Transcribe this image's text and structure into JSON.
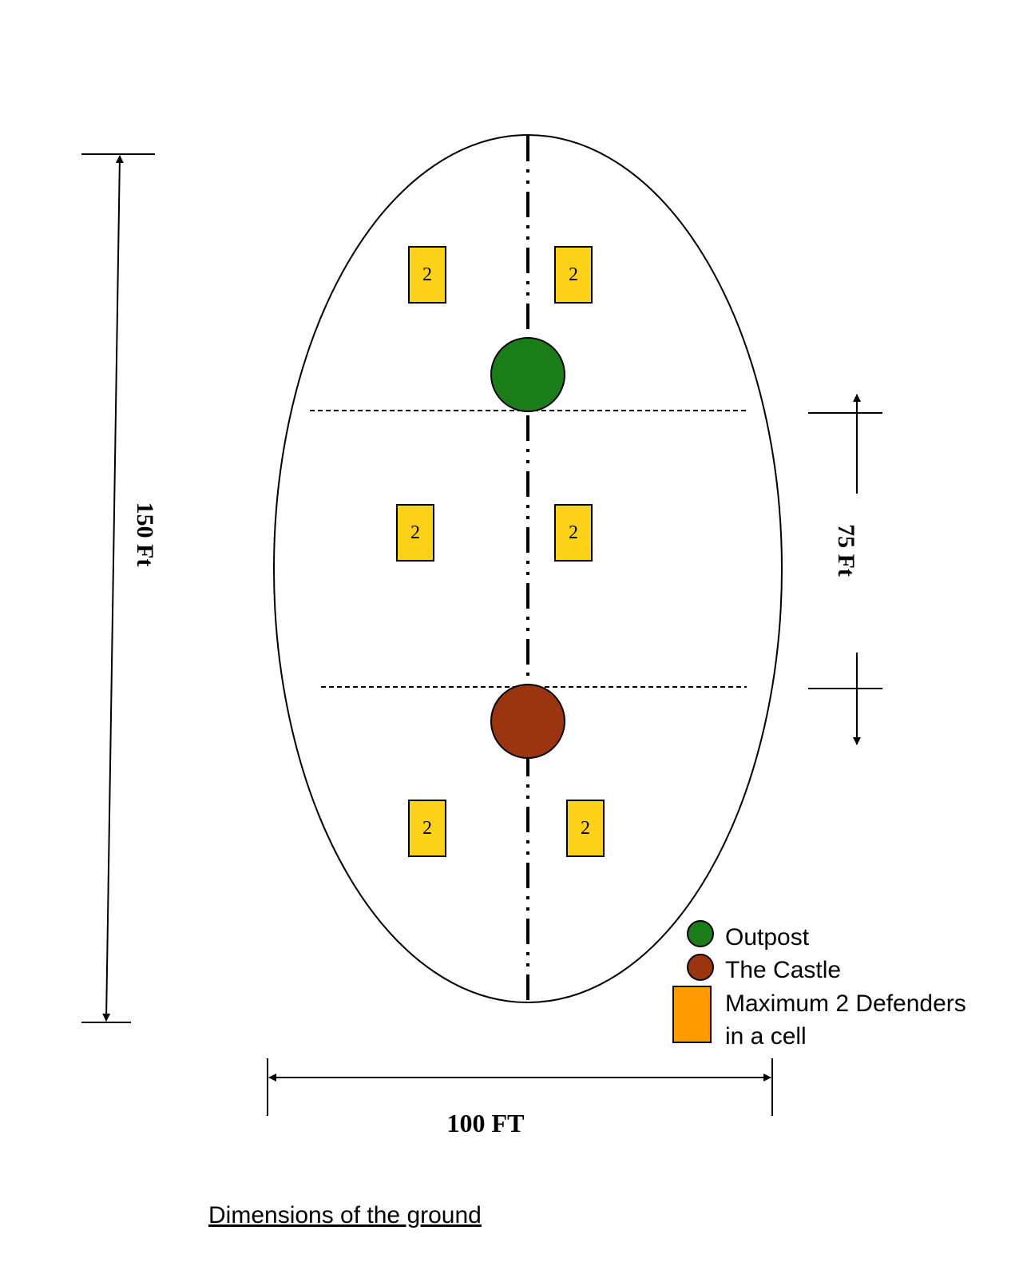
{
  "colors": {
    "outpost": "#1a7d1a",
    "castle": "#9a3510",
    "cell": "#ffd21a",
    "legend_cell": "#ff9a00",
    "line": "#000000"
  },
  "dimensions": {
    "height_label": "150 Ft",
    "middle_label": "75 Ft",
    "width_label": "100 FT"
  },
  "cells": [
    {
      "label": "2"
    },
    {
      "label": "2"
    },
    {
      "label": "2"
    },
    {
      "label": "2"
    },
    {
      "label": "2"
    },
    {
      "label": "2"
    }
  ],
  "legend": {
    "outpost": "Outpost",
    "castle": "The Castle",
    "cell_line1": "Maximum 2 Defenders",
    "cell_line2": "in a cell"
  },
  "caption": "Dimensions of the ground"
}
